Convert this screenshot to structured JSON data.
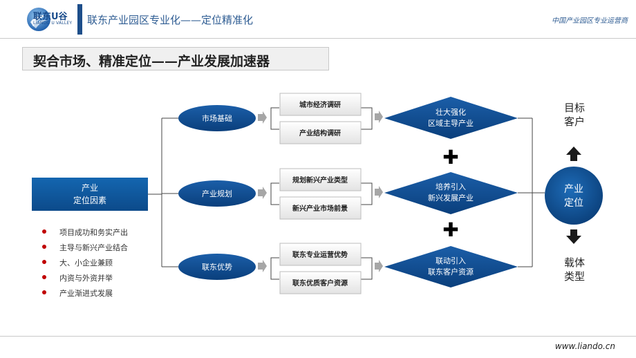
{
  "header": {
    "logo_text": "联东U谷",
    "logo_subtext": "LIANDO U VALLEY",
    "title": "联东产业园区专业化——定位精准化",
    "tagline": "中国产业园区专业运营商"
  },
  "slide_title": "契合市场、精准定位——产业发展加速器",
  "diagram": {
    "left_box": [
      "产业",
      "定位因素"
    ],
    "ellipses": [
      "市场基础",
      "产业规划",
      "联东优势"
    ],
    "rects": [
      [
        "城市经济调研",
        "产业结构调研"
      ],
      [
        "规划新兴产业类型",
        "新兴产业市场前景"
      ],
      [
        "联东专业运营优势",
        "联东优质客户资源"
      ]
    ],
    "diamonds": [
      [
        "壮大强化",
        "区域主导产业"
      ],
      [
        "培养引入",
        "新兴发展产业"
      ],
      [
        "联动引入",
        "联东客户资源"
      ]
    ],
    "plus_symbol": "✚",
    "center_circle": [
      "产业",
      "定位"
    ],
    "target_top": [
      "目标",
      "客户"
    ],
    "target_bottom": [
      "载体",
      "类型"
    ]
  },
  "bullets": [
    "项目成功和务实产出",
    "主导与新兴产业结合",
    "大、小企业兼顾",
    "内资与外资并举",
    "产业渐进式发展"
  ],
  "footer": {
    "url": "www.liando.cn"
  },
  "colors": {
    "brand_blue": "#1d4e8a",
    "ellipse_blue": "#0c4c8c",
    "bullet_red": "#c00000"
  }
}
